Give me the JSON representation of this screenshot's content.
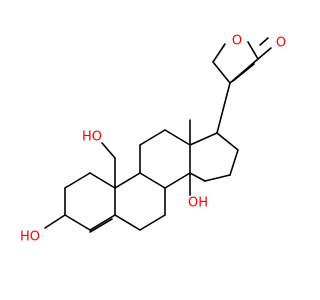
{
  "molecule": {
    "labels": {
      "ring_oxygen": "O",
      "carbonyl_oxygen": "O",
      "hydroxymethyl": "HO",
      "hydroxy_3": "HO",
      "hydroxy_14": "OH"
    },
    "colors": {
      "bond": "#000000",
      "oxygen": "#ff0000"
    }
  }
}
